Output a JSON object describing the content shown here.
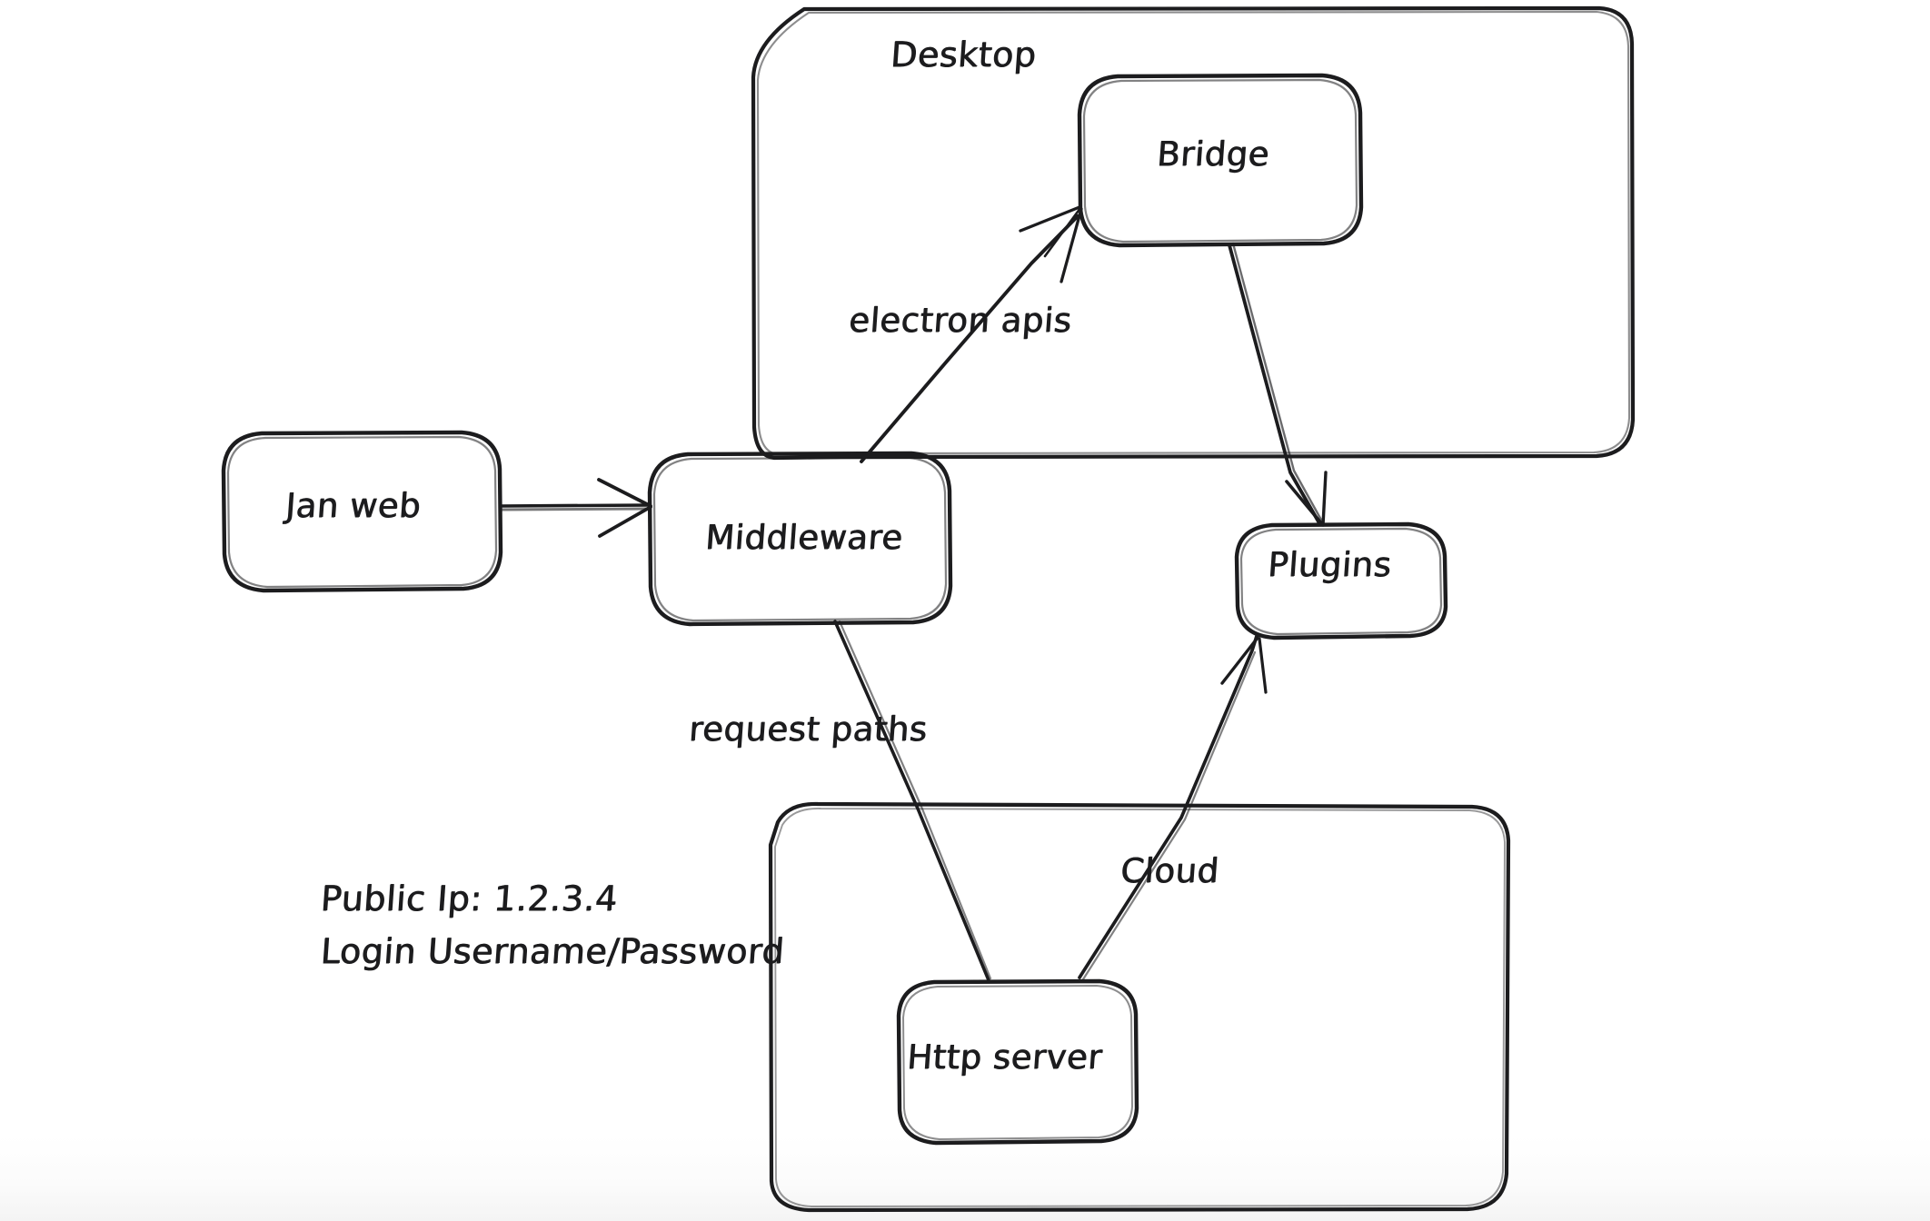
{
  "diagram": {
    "title": "Jan architecture sketch",
    "style": "hand-drawn whiteboard",
    "stroke_color": "#1c1c1e",
    "background_color": "#ffffff"
  },
  "groups": [
    {
      "id": "desktop",
      "label": "Desktop"
    },
    {
      "id": "cloud_container",
      "label": ""
    }
  ],
  "nodes": [
    {
      "id": "jan_web",
      "label": "Jan web"
    },
    {
      "id": "middleware",
      "label": "Middleware"
    },
    {
      "id": "bridge",
      "label": "Bridge"
    },
    {
      "id": "plugins",
      "label": "Plugins"
    },
    {
      "id": "http_server",
      "label": "Http server"
    }
  ],
  "edges": [
    {
      "id": "e1",
      "from": "jan_web",
      "to": "middleware",
      "label": "",
      "arrow": true
    },
    {
      "id": "e2",
      "from": "middleware",
      "to": "bridge",
      "label": "electron apis",
      "arrow": true
    },
    {
      "id": "e3",
      "from": "bridge",
      "to": "plugins",
      "label": "",
      "arrow": true
    },
    {
      "id": "e4",
      "from": "middleware",
      "to": "http_server",
      "label": "request paths",
      "arrow": false
    },
    {
      "id": "e5",
      "from": "http_server",
      "to": "plugins",
      "label": "Cloud",
      "arrow": true
    }
  ],
  "edge_labels": {
    "electron_apis": "electron apis",
    "request_paths": "request paths",
    "cloud": "Cloud"
  },
  "notes": {
    "public_ip": "Public Ip: 1.2.3.4",
    "login": "Login Username/Password"
  }
}
